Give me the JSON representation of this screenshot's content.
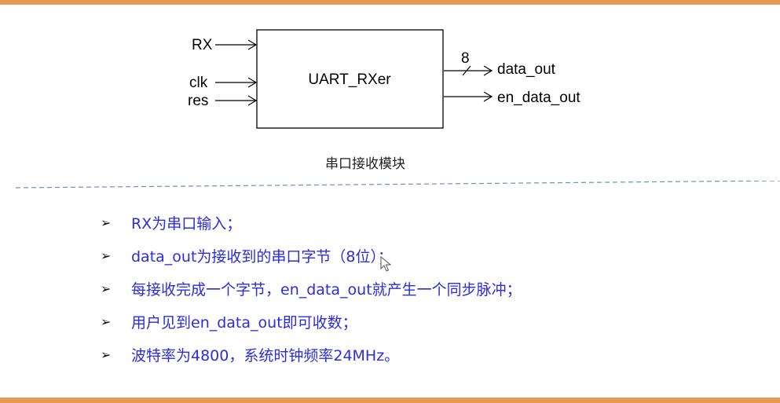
{
  "diagram": {
    "block_name": "UART_RXer",
    "inputs": [
      "RX",
      "clk",
      "res"
    ],
    "outputs": [
      "data_out",
      "en_data_out"
    ],
    "bus_width": "8",
    "caption": "串口接收模块"
  },
  "bullets": {
    "marker": "➢",
    "items": [
      "RX为串口输入；",
      "data_out为接收到的串口字节（8位）；",
      "每接收完成一个字节，en_data_out就产生一个同步脉冲；",
      "用户见到en_data_out即可收数；",
      "波特率为4800，系统时钟频率24MHz。"
    ]
  },
  "colors": {
    "accent_bar": "#e59a54",
    "bullet_text": "#2b2be0",
    "divider": "#6f8fb8"
  }
}
